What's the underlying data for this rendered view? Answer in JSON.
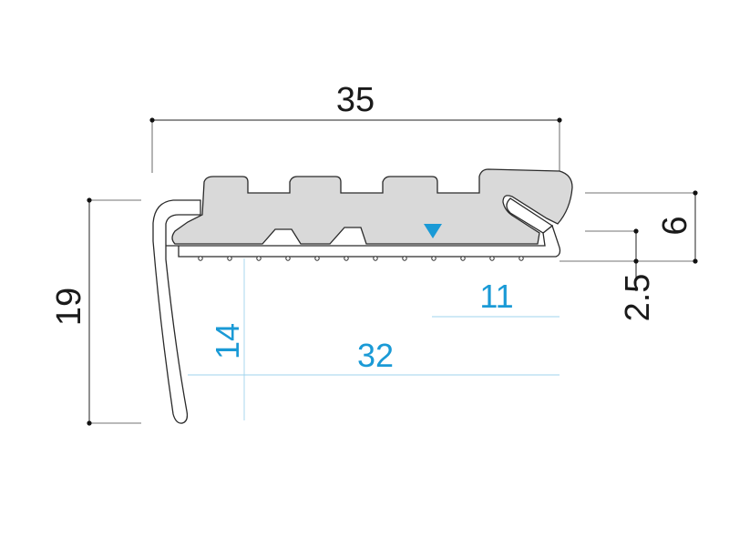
{
  "dimensions": {
    "overall_width": "35",
    "overall_height": "19",
    "insert_height": "6",
    "lip_offset": "2.5"
  },
  "blue_dimensions": {
    "tread_depth": "32",
    "nose_height": "14",
    "insert_width": "11"
  },
  "colors": {
    "dimension_text": "#1a1a1a",
    "highlight_text": "#1a9ad6",
    "insert_fill": "#d9d9d9",
    "marker": "#1a9ad6"
  },
  "marker": {
    "icon": "triangle-down-marker"
  }
}
